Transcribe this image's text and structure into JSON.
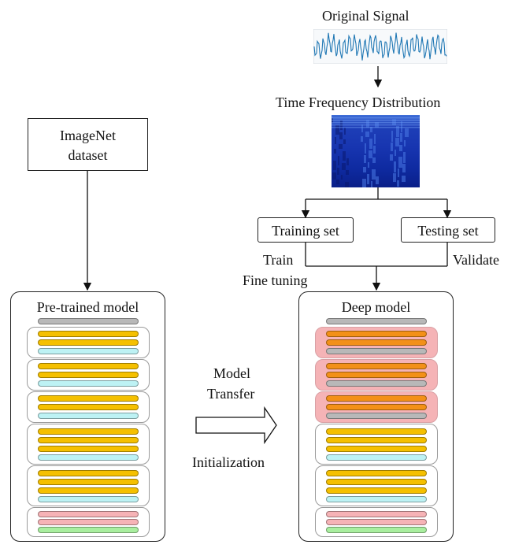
{
  "signal": {
    "title": "Original Signal"
  },
  "tfd": {
    "title": "Time Frequency Distribution"
  },
  "imagenet": {
    "label_line1": "ImageNet",
    "label_line2": "dataset"
  },
  "training": {
    "label": "Training set",
    "side_label_1": "Train",
    "side_label_2": "Fine tuning"
  },
  "testing": {
    "label": "Testing set",
    "side_label": "Validate"
  },
  "pretrained": {
    "title": "Pre-trained model"
  },
  "deep": {
    "title": "Deep model"
  },
  "transfer": {
    "line1": "Model",
    "line2": "Transfer",
    "line3": "Initialization"
  },
  "colors": {
    "conv": "#f5c000",
    "pool": "#bdf2f4",
    "fc": "#f6b3b6",
    "softmax": "#a9ee9f",
    "cap": "#b8b8b8",
    "finetune_group": "#f5b3b6",
    "finetune_bar": "#f39018"
  }
}
